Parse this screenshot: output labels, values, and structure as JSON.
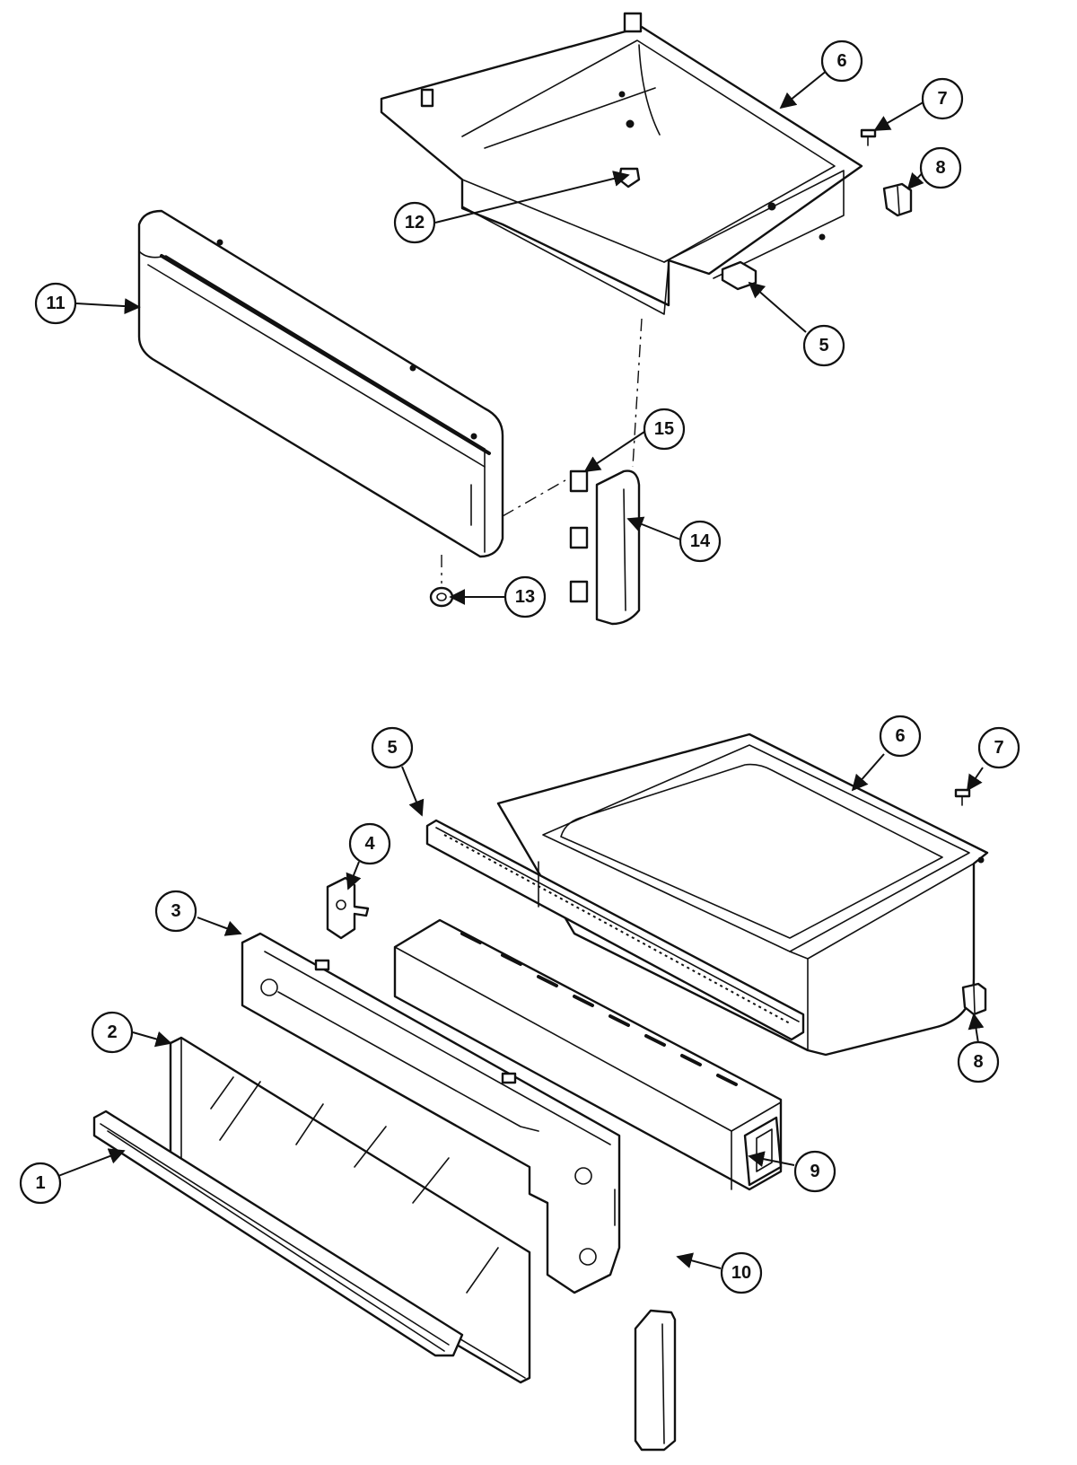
{
  "callouts_top": [
    "6",
    "7",
    "8",
    "12",
    "11",
    "5",
    "15",
    "14",
    "13"
  ],
  "callouts_bottom": [
    "5",
    "6",
    "7",
    "4",
    "3",
    "2",
    "8",
    "1",
    "9",
    "10"
  ],
  "colors": {
    "ink": "#111111",
    "paper": "#ffffff"
  }
}
